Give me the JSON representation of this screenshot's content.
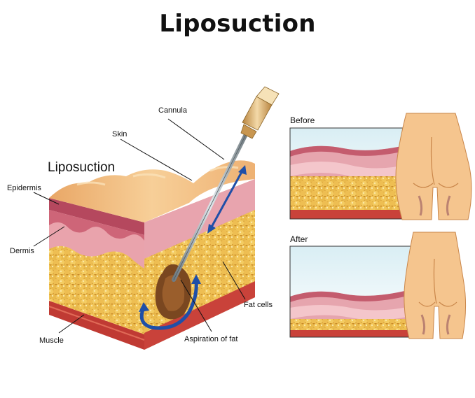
{
  "page": {
    "title": "Liposuction"
  },
  "diagram": {
    "title": "Liposuction",
    "labels": {
      "cannula": "Cannula",
      "skin": "Skin",
      "epidermis": "Epidermis",
      "dermis": "Dermis",
      "muscle": "Muscle",
      "fat_cells": "Fat cells",
      "aspiration": "Aspiration of fat"
    }
  },
  "panels": {
    "before": {
      "title": "Before"
    },
    "after": {
      "title": "After"
    }
  },
  "colors": {
    "epidermis": "#f2c089",
    "dermis": "#e7a8ad",
    "fat": "#e8b74a",
    "muscle": "#c9423a",
    "arrow": "#1f4fa8",
    "skin_body": "#f5c58e"
  }
}
